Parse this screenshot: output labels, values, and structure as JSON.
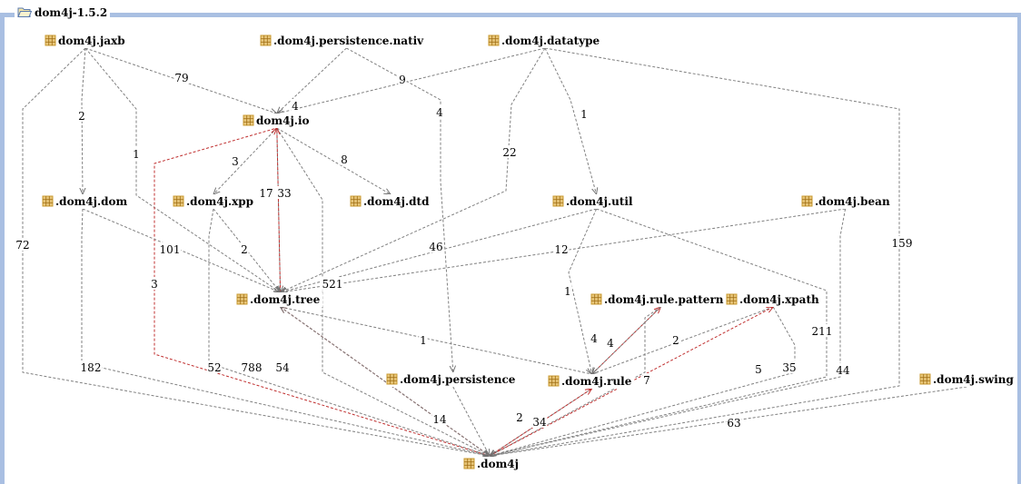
{
  "project": {
    "title": "dom4j-1.5.2"
  },
  "nodes": [
    {
      "id": "jaxb",
      "label": "dom4j.jaxb"
    },
    {
      "id": "persnativ",
      "label": ".dom4j.persistence.nativ"
    },
    {
      "id": "datatype",
      "label": ".dom4j.datatype"
    },
    {
      "id": "io",
      "label": "dom4j.io"
    },
    {
      "id": "dom",
      "label": ".dom4j.dom"
    },
    {
      "id": "xpp",
      "label": ".dom4j.xpp"
    },
    {
      "id": "dtd",
      "label": ".dom4j.dtd"
    },
    {
      "id": "util",
      "label": ".dom4j.util"
    },
    {
      "id": "bean",
      "label": ".dom4j.bean"
    },
    {
      "id": "tree",
      "label": ".dom4j.tree"
    },
    {
      "id": "rulepattern",
      "label": ".dom4j.rule.pattern"
    },
    {
      "id": "xpath",
      "label": ".dom4j.xpath"
    },
    {
      "id": "persistence",
      "label": ".dom4j.persistence"
    },
    {
      "id": "rule",
      "label": ".dom4j.rule"
    },
    {
      "id": "swing",
      "label": ".dom4j.swing"
    },
    {
      "id": "root",
      "label": ".dom4j"
    }
  ],
  "edges": [
    {
      "from": "jaxb",
      "to": "io",
      "label": "79"
    },
    {
      "from": "jaxb",
      "to": "dom",
      "label": "2"
    },
    {
      "from": "jaxb",
      "to": "tree",
      "label": "1"
    },
    {
      "from": "jaxb",
      "to": "root",
      "label": "72"
    },
    {
      "from": "persnativ",
      "to": "io",
      "label": "4"
    },
    {
      "from": "persnativ",
      "to": "persistence",
      "label": "4"
    },
    {
      "from": "datatype",
      "to": "io",
      "label": "9"
    },
    {
      "from": "datatype",
      "to": "tree",
      "label": "22"
    },
    {
      "from": "datatype",
      "to": "util",
      "label": "1"
    },
    {
      "from": "datatype",
      "to": "root",
      "label": "159"
    },
    {
      "from": "io",
      "to": "xpp",
      "label": "3"
    },
    {
      "from": "io",
      "to": "dtd",
      "label": "8"
    },
    {
      "from": "io",
      "to": "tree",
      "label": "33"
    },
    {
      "from": "io",
      "to": "root",
      "label": ""
    },
    {
      "from": "tree",
      "to": "io",
      "label": "17",
      "red": true
    },
    {
      "from": "root",
      "to": "io",
      "label": "3",
      "red": true
    },
    {
      "from": "dom",
      "to": "tree",
      "label": "101"
    },
    {
      "from": "dom",
      "to": "root",
      "label": "182"
    },
    {
      "from": "xpp",
      "to": "tree",
      "label": "2"
    },
    {
      "from": "xpp",
      "to": "root",
      "label": "52"
    },
    {
      "from": "util",
      "to": "tree",
      "label": "46"
    },
    {
      "from": "util",
      "to": "rule",
      "label": "1"
    },
    {
      "from": "util",
      "to": "root",
      "label": "211"
    },
    {
      "from": "bean",
      "to": "tree",
      "label": "12"
    },
    {
      "from": "bean",
      "to": "root",
      "label": "44"
    },
    {
      "from": "tree",
      "to": "root",
      "label": "788"
    },
    {
      "from": "tree",
      "to": "rule",
      "label": "1"
    },
    {
      "from": "root",
      "to": "tree",
      "label": "54",
      "red": true
    },
    {
      "from": "rule",
      "to": "rulepattern",
      "label": "4",
      "red": true
    },
    {
      "from": "rulepattern",
      "to": "rule",
      "label": "4"
    },
    {
      "from": "rulepattern",
      "to": "root",
      "label": "7"
    },
    {
      "from": "xpath",
      "to": "rule",
      "label": "2"
    },
    {
      "from": "xpath",
      "to": "root",
      "label": "35"
    },
    {
      "from": "root",
      "to": "xpath",
      "label": "5",
      "red": true
    },
    {
      "from": "persistence",
      "to": "root",
      "label": "14"
    },
    {
      "from": "rule",
      "to": "root",
      "label": "34"
    },
    {
      "from": "root",
      "to": "rule",
      "label": "2",
      "red": true
    },
    {
      "from": "swing",
      "to": "root",
      "label": "63"
    },
    {
      "from": "root",
      "to": "tree",
      "label": "521"
    }
  ],
  "colors": {
    "edge": "#808080",
    "cycle_edge": "#c03030",
    "package_icon": "#c89a30",
    "frame": "#a9bfe2"
  }
}
